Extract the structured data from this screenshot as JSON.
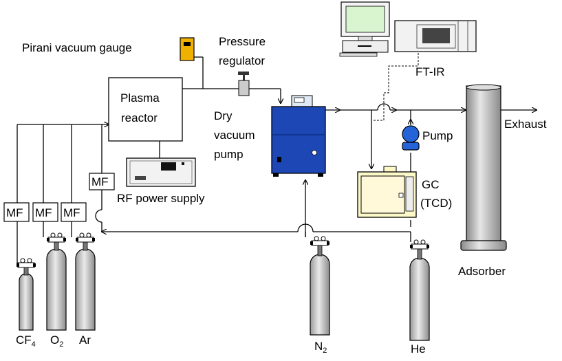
{
  "labels": {
    "pirani": "Pirani vacuum gauge",
    "pressure_regulator_1": "Pressure",
    "pressure_regulator_2": "regulator",
    "plasma_reactor_1": "Plasma",
    "plasma_reactor_2": "reactor",
    "dry_pump_1": "Dry",
    "dry_pump_2": "vacuum",
    "dry_pump_3": "pump",
    "ftir": "FT-IR",
    "exhaust": "Exhaust",
    "pump": "Pump",
    "gc_1": "GC",
    "gc_2": "(TCD)",
    "rf_power": "RF power supply",
    "adsorber": "Adsorber",
    "mf": "MF"
  },
  "cylinders": {
    "cf4": {
      "base": "CF",
      "sub": "4"
    },
    "o2": {
      "base": "O",
      "sub": "2"
    },
    "ar": {
      "base": "Ar",
      "sub": ""
    },
    "n2": {
      "base": "N",
      "sub": "2"
    },
    "he": {
      "base": "He",
      "sub": ""
    }
  },
  "colors": {
    "dry_pump": "#1c47b4",
    "gc_body": "#fdf8c8",
    "pump_ball": "#2563d8",
    "gauge": "#f0b000",
    "cylinder": "#cfcfcf",
    "monitor_screen": "#d8f5d0"
  }
}
